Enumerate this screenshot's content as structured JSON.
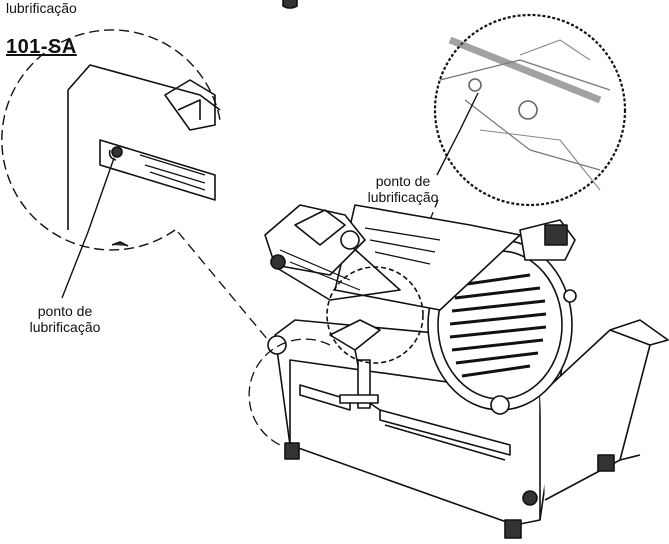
{
  "header": {
    "top_label": "lubrificação"
  },
  "model_code": "101-SA",
  "callouts": {
    "left": {
      "line1": "ponto de",
      "line2": "lubrificação"
    },
    "top_right": {
      "line1": "ponto de",
      "line2": "lubrificação"
    }
  }
}
